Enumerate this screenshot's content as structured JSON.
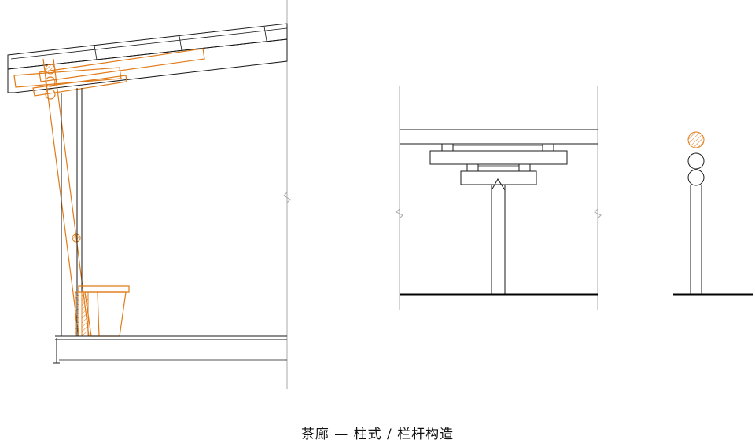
{
  "caption": "茶廊 — 柱式 / 栏杆构造",
  "colors": {
    "timber": "#e07b1a",
    "line": "#1a1a1a",
    "guide": "#aaaaaa"
  },
  "views": [
    "section-view",
    "railing-front-elevation",
    "railing-side-elevation"
  ]
}
